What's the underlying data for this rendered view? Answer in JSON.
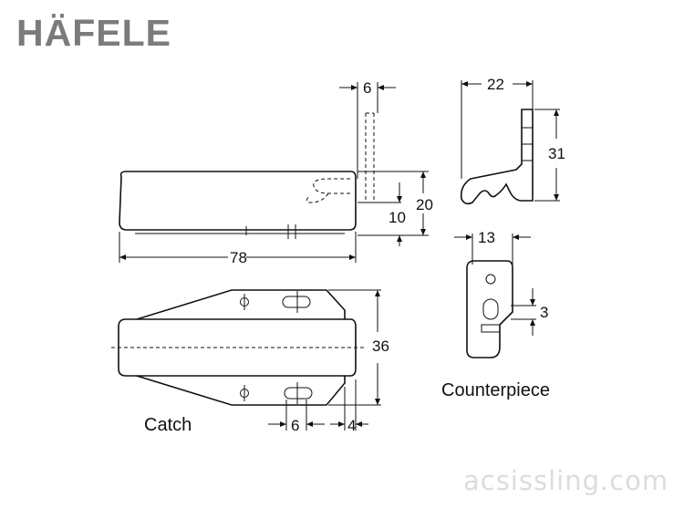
{
  "brand": {
    "logo_text": "HÄFELE",
    "color": "#7b7b7b"
  },
  "dimensions": {
    "catch_slot_width": "6",
    "catch_height_small": "10",
    "catch_height": "20",
    "catch_length": "78",
    "catch_width": "36",
    "catch_hole_spacing": "6",
    "catch_offset": "4",
    "counterpiece_length": "22",
    "counterpiece_height": "31",
    "counterpiece_width": "13",
    "counterpiece_slot": "3"
  },
  "labels": {
    "catch": "Catch",
    "counterpiece": "Counterpiece"
  },
  "watermark": "acsissling.com"
}
